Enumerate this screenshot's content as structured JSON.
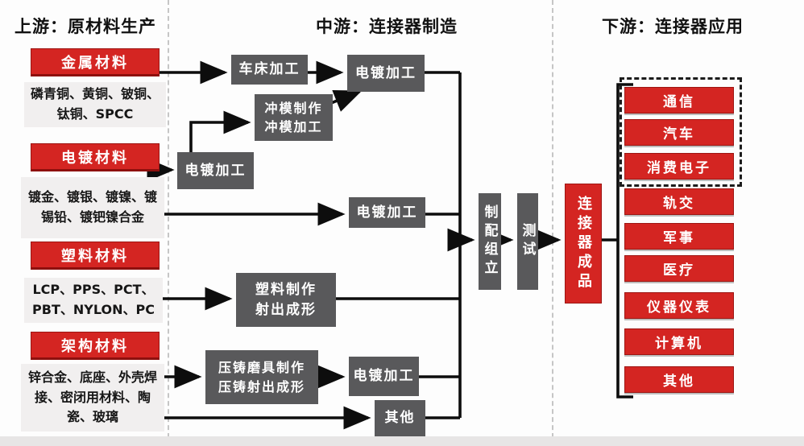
{
  "header": {
    "upstream": "上游：原材料生产",
    "midstream": "中游：连接器制造",
    "downstream": "下游：连接器应用"
  },
  "upstream": {
    "groups": [
      {
        "title": "金属材料",
        "materials": "磷青铜、黄铜、铍铜、钛铜、SPCC"
      },
      {
        "title": "电镀材料",
        "materials": "镀金、镀银、镀镍、镀锡铅、镀钯镍合金"
      },
      {
        "title": "塑料材料",
        "materials": "LCP、PPS、PCT、PBT、NYLON、PC"
      },
      {
        "title": "架构材料",
        "materials": "锌合金、底座、外壳焊接、密闭用材料、陶瓷、玻璃"
      }
    ]
  },
  "midstream": {
    "lathe": "车床加工",
    "plating_top": "电镀加工",
    "die_making": "冲模制作\n冲模加工",
    "plating_left": "电镀加工",
    "plating_mid": "电镀加工",
    "plastic": "塑料制作\n射出成形",
    "die_cast": "压铸磨具制作\n压铸射出成形",
    "plating_bottom": "电镀加工",
    "other_process": "其他",
    "assembly": "制配组立",
    "testing": "测试"
  },
  "product": {
    "label": "连接器成品"
  },
  "downstream": {
    "applications": [
      "通信",
      "汽车",
      "消费电子",
      "轨交",
      "军事",
      "医疗",
      "仪器仪表",
      "计算机",
      "其他"
    ]
  },
  "colors": {
    "red": "#d42522",
    "gray": "#59595b",
    "arrow": "#0d0d0d",
    "divider": "#c6c6c6"
  }
}
